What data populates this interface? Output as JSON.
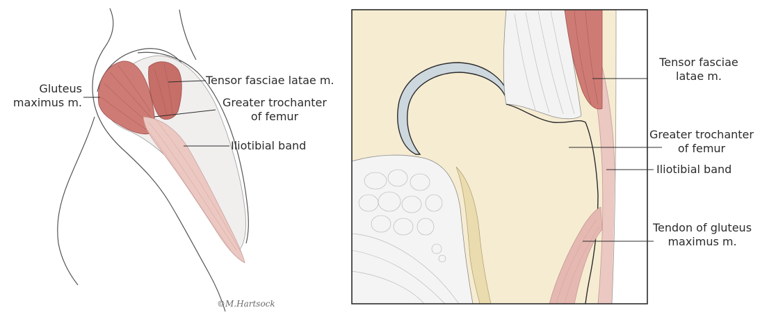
{
  "left_panel": {
    "labels": {
      "gluteus_maximus": [
        "Gluteus",
        "maximus m."
      ],
      "tensor_fasciae_latae": "Tensor fasciae latae m.",
      "greater_trochanter": [
        "Greater trochanter",
        "of femur"
      ],
      "iliotibial_band": "Iliotibial band"
    },
    "signature": "©M.Hartsock"
  },
  "right_panel": {
    "labels": {
      "tensor_fasciae_latae": [
        "Tensor fasciae",
        "latae m."
      ],
      "greater_trochanter": [
        "Greater trochanter",
        "of femur"
      ],
      "iliotibial_band": "Iliotibial band",
      "tendon_gluteus_maximus": [
        "Tendon of gluteus",
        "maximus m."
      ]
    }
  },
  "colors": {
    "muscle": "#cf7b75",
    "muscle_dark": "#b8625c",
    "bone": "#f6ecd2",
    "band": "#ecc8c2",
    "cartilage": "#cdd7de",
    "line": "#2b2b2b"
  }
}
